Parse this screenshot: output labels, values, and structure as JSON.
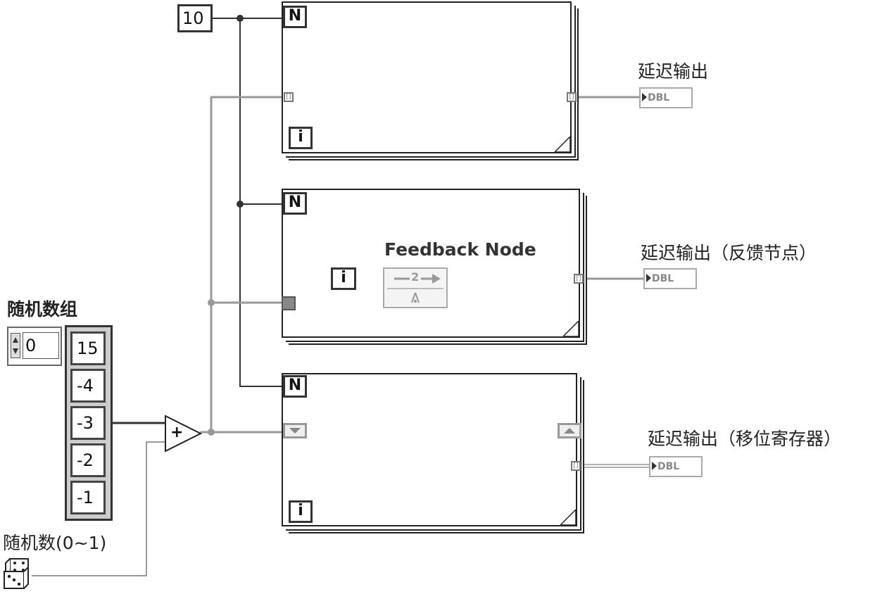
{
  "constants": {
    "n_value": "10"
  },
  "terminals": {
    "count": "N",
    "iteration": "i"
  },
  "array_control": {
    "label": "随机数组",
    "index": "0",
    "elements": [
      "15",
      "-4",
      "-3",
      "-2",
      "-1"
    ]
  },
  "random_function": {
    "label": "随机数(0~1)",
    "icon": "dice-icon"
  },
  "add_function": {
    "symbol": "+"
  },
  "feedback": {
    "title": "Feedback Node",
    "delay": "2"
  },
  "indicators": {
    "type_label": "DBL",
    "loop1": "延迟输出",
    "loop2": "延迟输出（反馈节点）",
    "loop3": "延迟输出（移位寄存器）"
  },
  "colors": {
    "numeric_wire": "#888888",
    "integer_wire": "#333333",
    "border": "#222222"
  }
}
